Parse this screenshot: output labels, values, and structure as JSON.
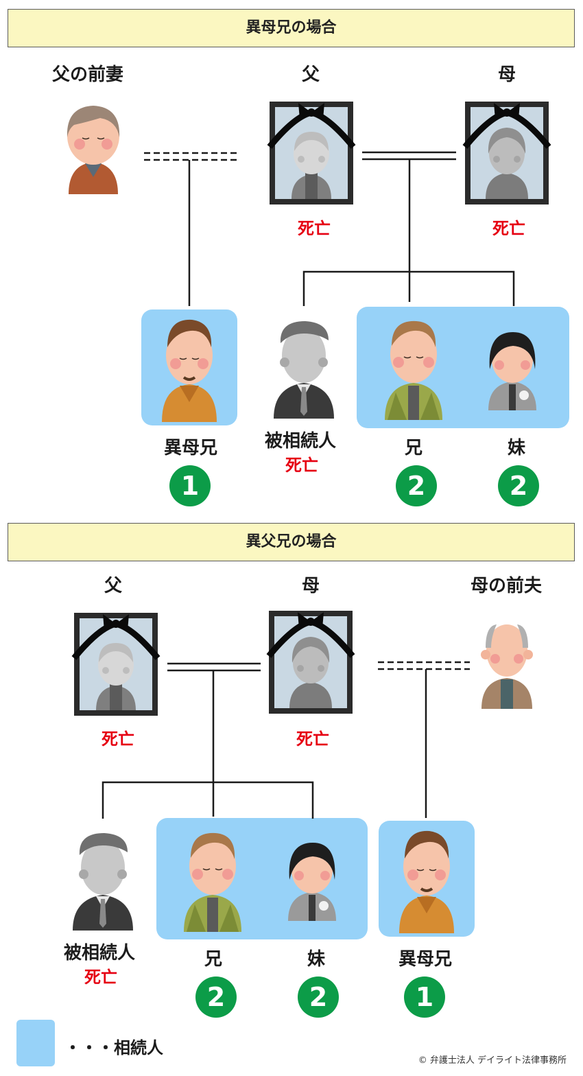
{
  "section1": {
    "title": "異母兄の場合",
    "father_ex_wife": "父の前妻",
    "father": "父",
    "mother": "母",
    "father_status": "死亡",
    "mother_status": "死亡",
    "half_brother": "異母兄",
    "half_brother_share": "1",
    "deceased": "被相続人",
    "deceased_status": "死亡",
    "brother": "兄",
    "brother_share": "2",
    "sister": "妹",
    "sister_share": "2"
  },
  "section2": {
    "title": "異父兄の場合",
    "father": "父",
    "mother": "母",
    "mother_ex_husband": "母の前夫",
    "father_status": "死亡",
    "mother_status": "死亡",
    "deceased": "被相続人",
    "deceased_status": "死亡",
    "brother": "兄",
    "brother_share": "2",
    "sister": "妹",
    "sister_share": "2",
    "half_brother": "異母兄",
    "half_brother_share": "1"
  },
  "legend": {
    "text": "・・・相続人",
    "color": "#97d2f8"
  },
  "copyright": "© 弁護士法人 デイライト法律事務所",
  "colors": {
    "heir_highlight": "#97d2f8",
    "badge": "#0c9c48",
    "dead_text": "#e60012",
    "banner": "#fbf7c1"
  }
}
